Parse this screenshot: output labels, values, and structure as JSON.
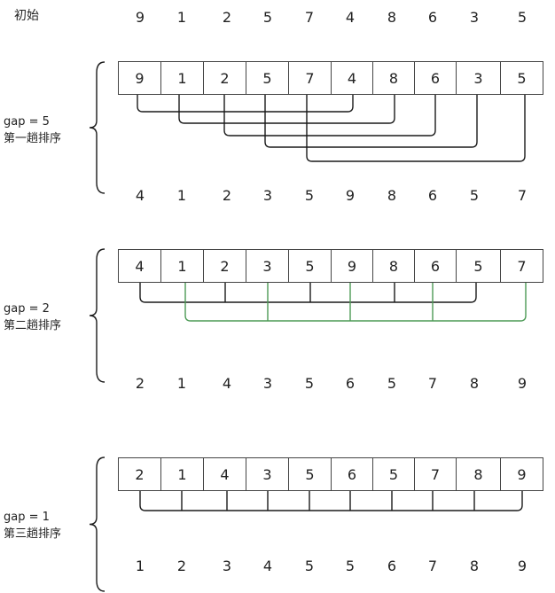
{
  "initial": {
    "label": "初始",
    "values": [
      9,
      1,
      2,
      5,
      7,
      4,
      8,
      6,
      3,
      5
    ]
  },
  "passes": [
    {
      "gap_label": "gap = 5",
      "pass_label": "第一趟排序",
      "gap": 5,
      "array": [
        9,
        1,
        2,
        5,
        7,
        4,
        8,
        6,
        3,
        5
      ],
      "result": [
        4,
        1,
        2,
        3,
        5,
        9,
        8,
        6,
        5,
        7
      ]
    },
    {
      "gap_label": "gap = 2",
      "pass_label": "第二趟排序",
      "gap": 2,
      "array": [
        4,
        1,
        2,
        3,
        5,
        9,
        8,
        6,
        5,
        7
      ],
      "result": [
        2,
        1,
        4,
        3,
        5,
        6,
        5,
        7,
        8,
        9
      ]
    },
    {
      "gap_label": "gap = 1",
      "pass_label": "第三趟排序",
      "gap": 1,
      "array": [
        2,
        1,
        4,
        3,
        5,
        6,
        5,
        7,
        8,
        9
      ],
      "result": [
        1,
        2,
        3,
        4,
        5,
        5,
        6,
        7,
        8,
        9
      ]
    }
  ],
  "colors": {
    "line": "#1a1a1a",
    "cell_border": "#444444",
    "group2": "#4c9a55"
  }
}
